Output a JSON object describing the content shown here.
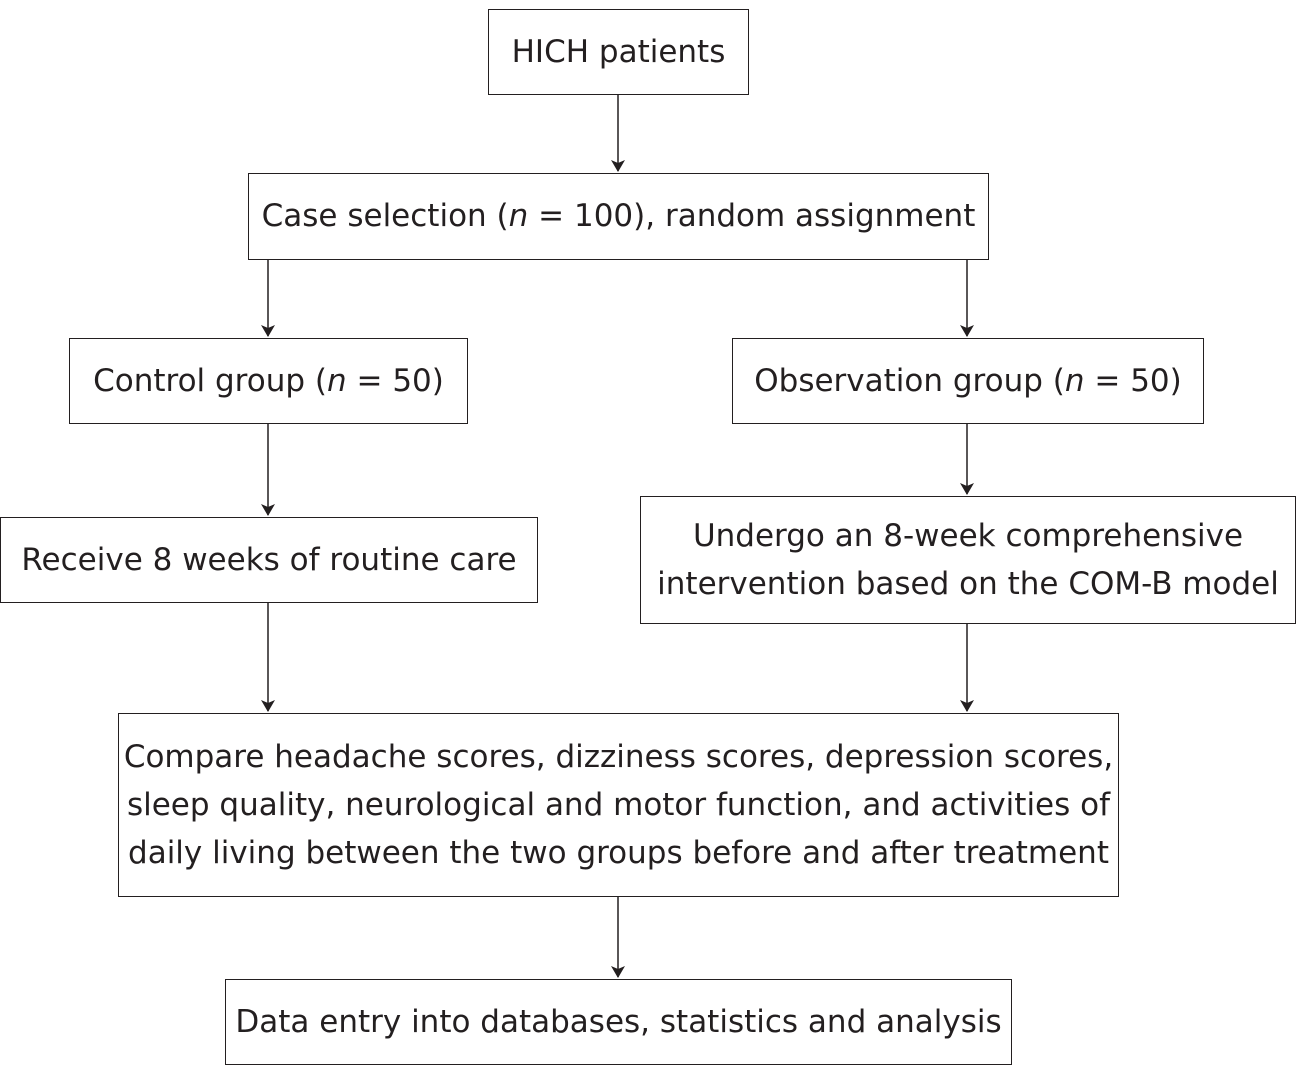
{
  "nodes": {
    "patients": {
      "text": "HICH patients"
    },
    "selection": {
      "pre": "Case selection (",
      "n": "n",
      "post": " = 100), random assignment"
    },
    "control": {
      "pre": "Control group (",
      "n": "n",
      "post": " = 50)"
    },
    "observation": {
      "pre": "Observation group (",
      "n": "n",
      "post": " = 50)"
    },
    "routine": {
      "text": "Receive 8 weeks of routine care"
    },
    "intervention": {
      "lines": [
        "Undergo an 8-week comprehensive",
        "intervention based on the COM-B model"
      ]
    },
    "compare": {
      "lines": [
        "Compare headache scores, dizziness scores, depression scores,",
        "sleep quality, neurological and motor function, and activities of",
        "daily living between the two groups before and after treatment"
      ]
    },
    "data_entry": {
      "text": "Data entry into databases, statistics and analysis"
    }
  },
  "colors": {
    "stroke": "#231f20",
    "background": "#ffffff"
  }
}
